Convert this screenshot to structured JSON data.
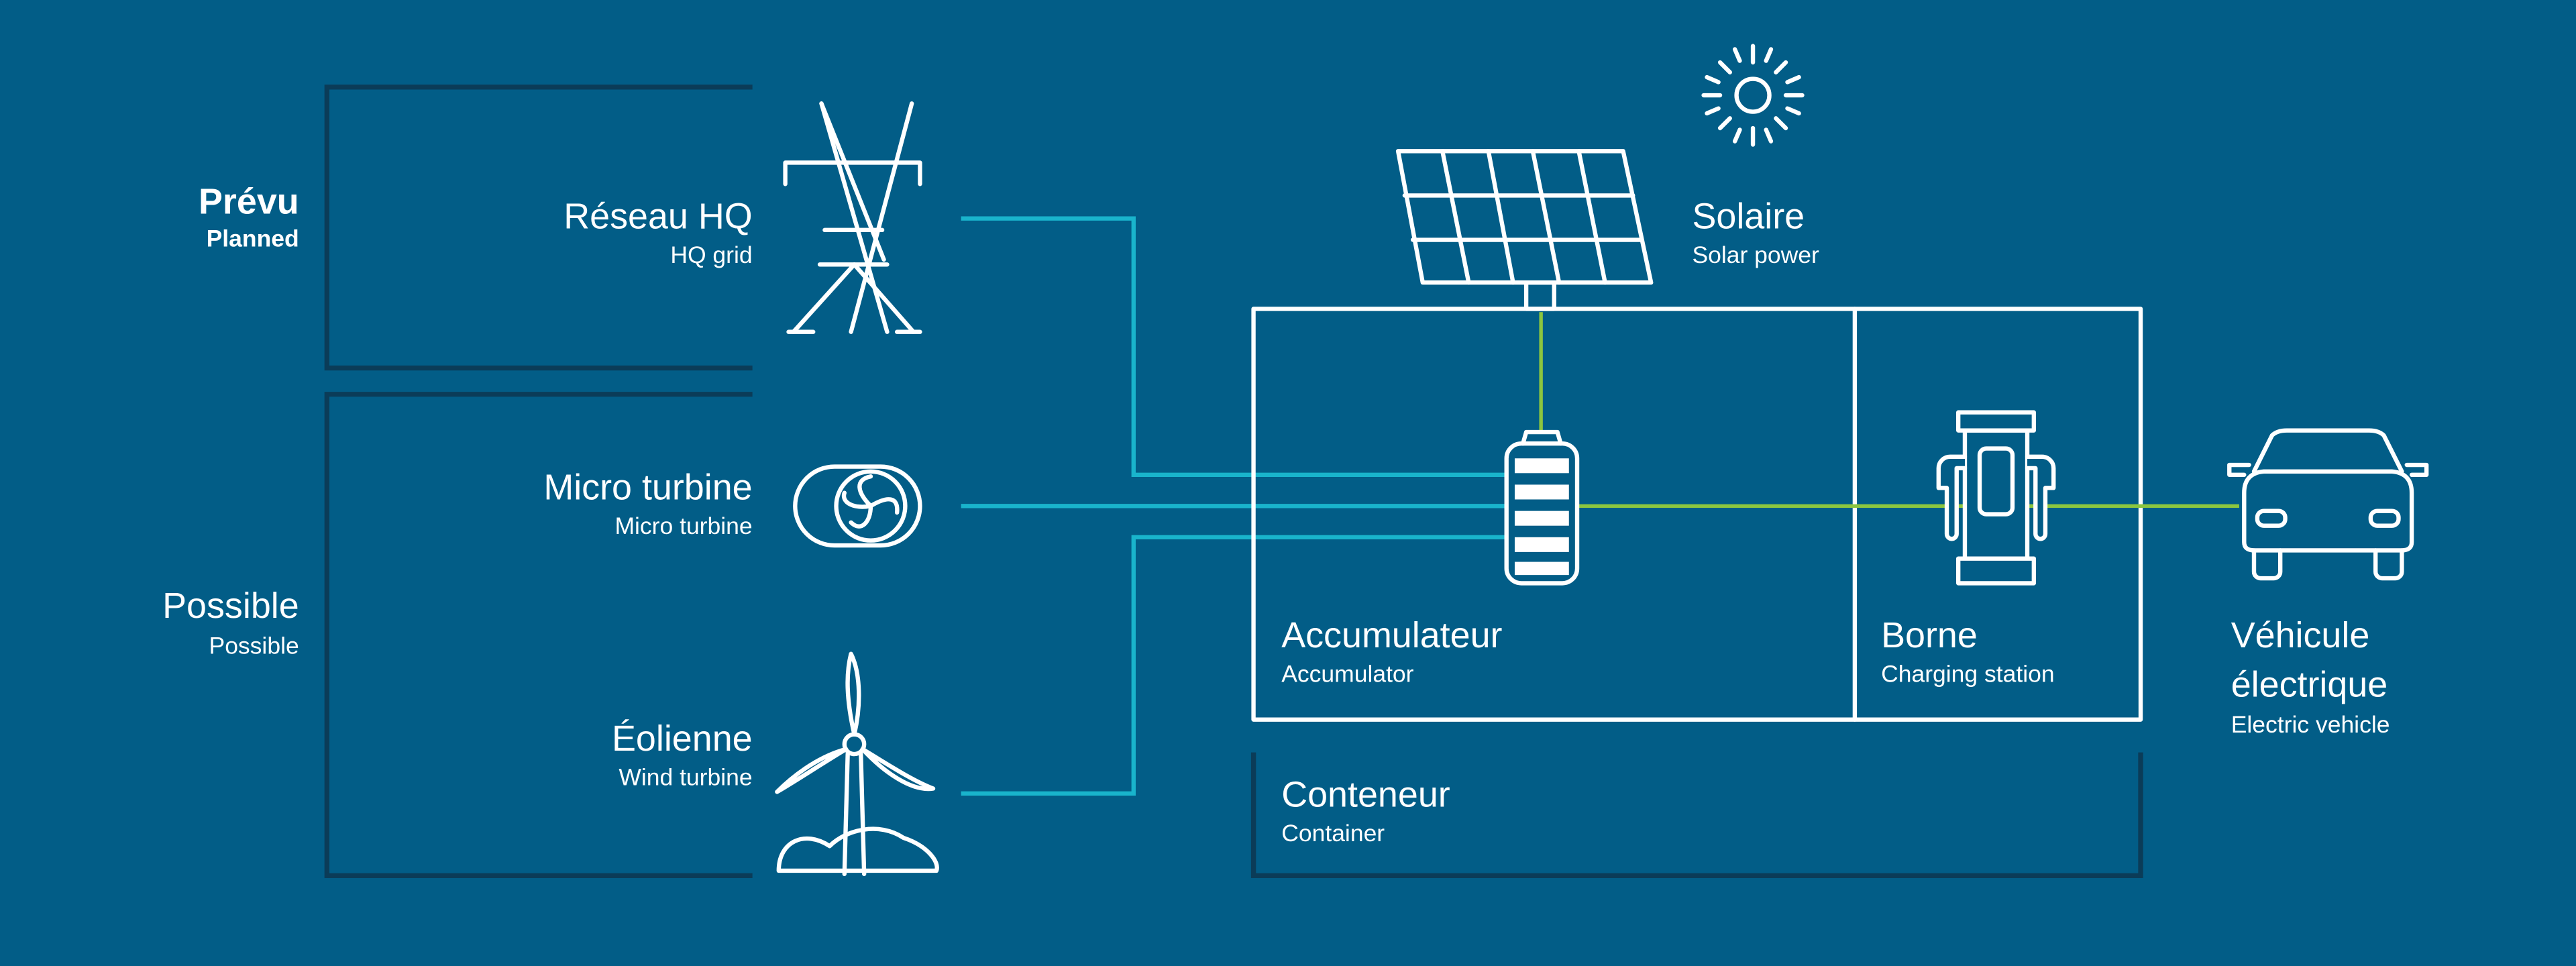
{
  "colors": {
    "background": "#025d87",
    "bracket": "#0b3c58",
    "feed_line": "#19b4cc",
    "output_line": "#8cc63f",
    "foreground": "#ffffff"
  },
  "groups": {
    "planned": {
      "fr": "Prévu",
      "en": "Planned"
    },
    "possible": {
      "fr": "Possible",
      "en": "Possible"
    }
  },
  "sources": {
    "grid": {
      "fr": "Réseau HQ",
      "en": "HQ grid",
      "icon": "power-pylon-icon"
    },
    "micro_turbine": {
      "fr": "Micro turbine",
      "en": "Micro turbine",
      "icon": "micro-turbine-icon"
    },
    "wind": {
      "fr": "Éolienne",
      "en": "Wind turbine",
      "icon": "wind-turbine-icon"
    },
    "solar": {
      "fr": "Solaire",
      "en": "Solar power",
      "icon": "solar-panel-icon"
    }
  },
  "container": {
    "fr": "Conteneur",
    "en": "Container",
    "accumulator": {
      "fr": "Accumulateur",
      "en": "Accumulator",
      "icon": "battery-icon"
    },
    "charger": {
      "fr": "Borne",
      "en": "Charging station",
      "icon": "charging-station-icon"
    }
  },
  "vehicle": {
    "fr_line1": "Véhicule",
    "fr_line2": "électrique",
    "en": "Electric vehicle",
    "icon": "electric-car-icon"
  }
}
